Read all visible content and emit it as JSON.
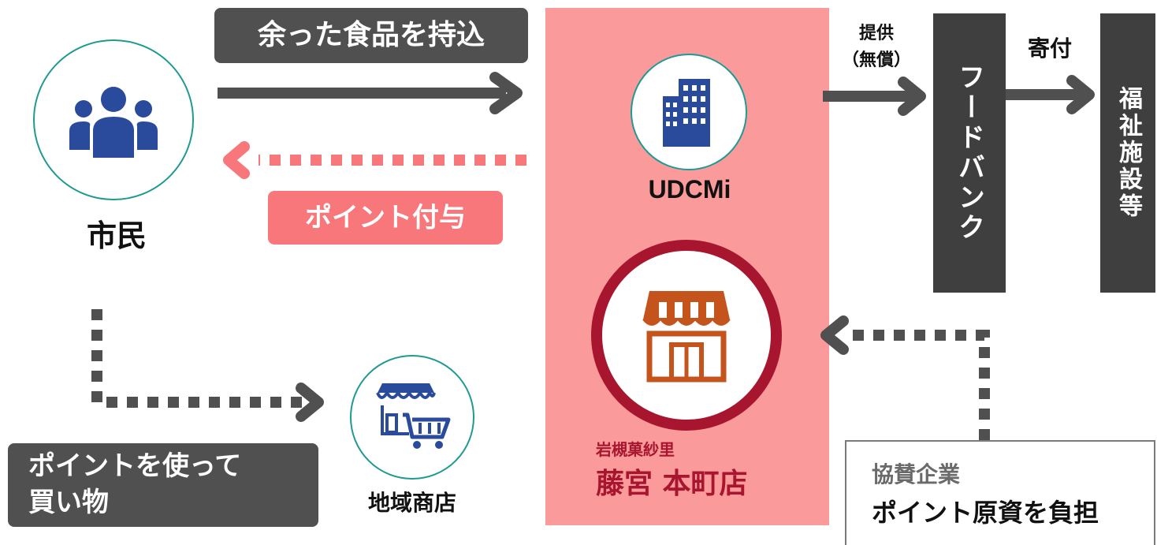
{
  "labels": {
    "bring_food": "余った食品を持込",
    "grant_points": "ポイント付与",
    "citizen": "市民",
    "use_points_line1": "ポイントを使って",
    "use_points_line2": "買い物",
    "local_store": "地域商店",
    "udcmi": "UDCMi",
    "shop_brand": "岩槻菓紗里",
    "shop_name": "藤宮 本町店",
    "provide_line1": "提供",
    "provide_line2": "（無償）",
    "food_bank": "フードバンク",
    "donate": "寄付",
    "welfare": "福祉施設等",
    "sponsor_line1": "協賛企業",
    "sponsor_line2": "ポイント原資を負担"
  },
  "icons": {
    "citizen": "people-group-icon",
    "udcmi": "office-building-icon",
    "shop": "storefront-icon",
    "local_store": "store-cart-icon"
  },
  "colors": {
    "pink_panel": "#fb9a9b",
    "point_pink": "#f7777a",
    "dark_gray": "#505050",
    "navy_icon": "#2a4a9c",
    "teal_ring": "#1f9a92",
    "maroon": "#a8152f",
    "orange_icon": "#c4531c",
    "dark_column": "#3f3f3f"
  }
}
